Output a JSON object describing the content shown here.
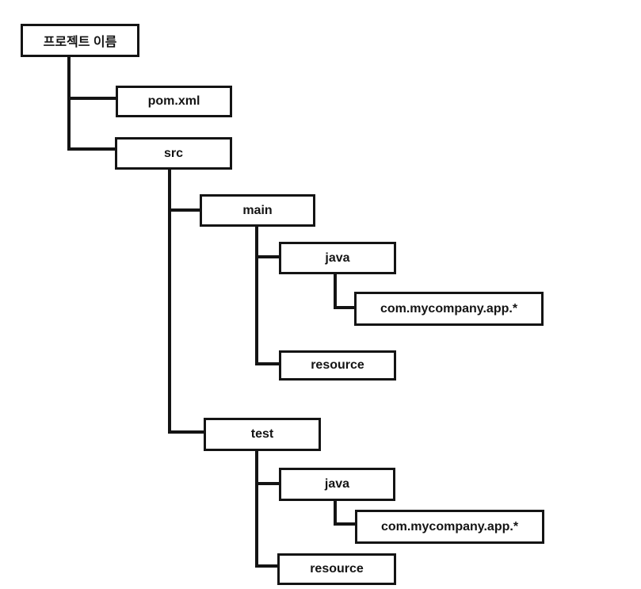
{
  "diagram": {
    "nodes": {
      "project": {
        "label": "프로젝트 이름"
      },
      "pom": {
        "label": "pom.xml"
      },
      "src": {
        "label": "src"
      },
      "main": {
        "label": "main"
      },
      "main_java": {
        "label": "java"
      },
      "main_package": {
        "label": "com.mycompany.app.*"
      },
      "main_resource": {
        "label": "resource"
      },
      "test": {
        "label": "test"
      },
      "test_java": {
        "label": "java"
      },
      "test_package": {
        "label": "com.mycompany.app.*"
      },
      "test_resource": {
        "label": "resource"
      }
    },
    "edges": [
      [
        "project",
        "pom"
      ],
      [
        "project",
        "src"
      ],
      [
        "src",
        "main"
      ],
      [
        "src",
        "test"
      ],
      [
        "main",
        "main_java"
      ],
      [
        "main_java",
        "main_package"
      ],
      [
        "main",
        "main_resource"
      ],
      [
        "test",
        "test_java"
      ],
      [
        "test_java",
        "test_package"
      ],
      [
        "test",
        "test_resource"
      ]
    ],
    "colors": {
      "background": "#ffffff",
      "line": "#141414",
      "box_border": "#141414",
      "text": "#141414"
    }
  }
}
